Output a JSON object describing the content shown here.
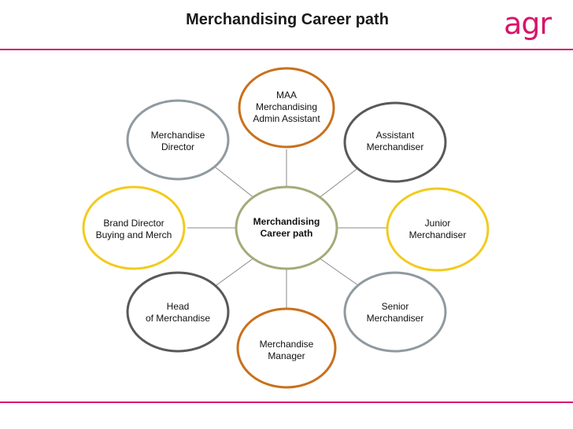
{
  "title": "Merchandising Career path",
  "logo_text": "agr",
  "colors": {
    "accent": "#d6156b",
    "orange": "#c9701c",
    "gray": "#8f9aa0",
    "yellow": "#f2cb1e",
    "dark": "#595959",
    "center": "#a3ab7a"
  },
  "nodes": {
    "center": {
      "line1": "Merchandising",
      "line2": "Career path"
    },
    "maa": {
      "line1": "MAA",
      "line2": "Merchandising",
      "line3": "Admin Assistant"
    },
    "assistant": {
      "line1": "Assistant",
      "line2": "Merchandiser"
    },
    "junior": {
      "line1": "Junior",
      "line2": "Merchandiser"
    },
    "senior": {
      "line1": "Senior",
      "line2": "Merchandiser"
    },
    "manager": {
      "line1": "Merchandise",
      "line2": "Manager"
    },
    "head": {
      "line1": "Head",
      "line2": "of Merchandise"
    },
    "brand": {
      "line1": "Brand Director",
      "line2": "Buying and Merch"
    },
    "director": {
      "line1": "Merchandise",
      "line2": "Director"
    }
  }
}
